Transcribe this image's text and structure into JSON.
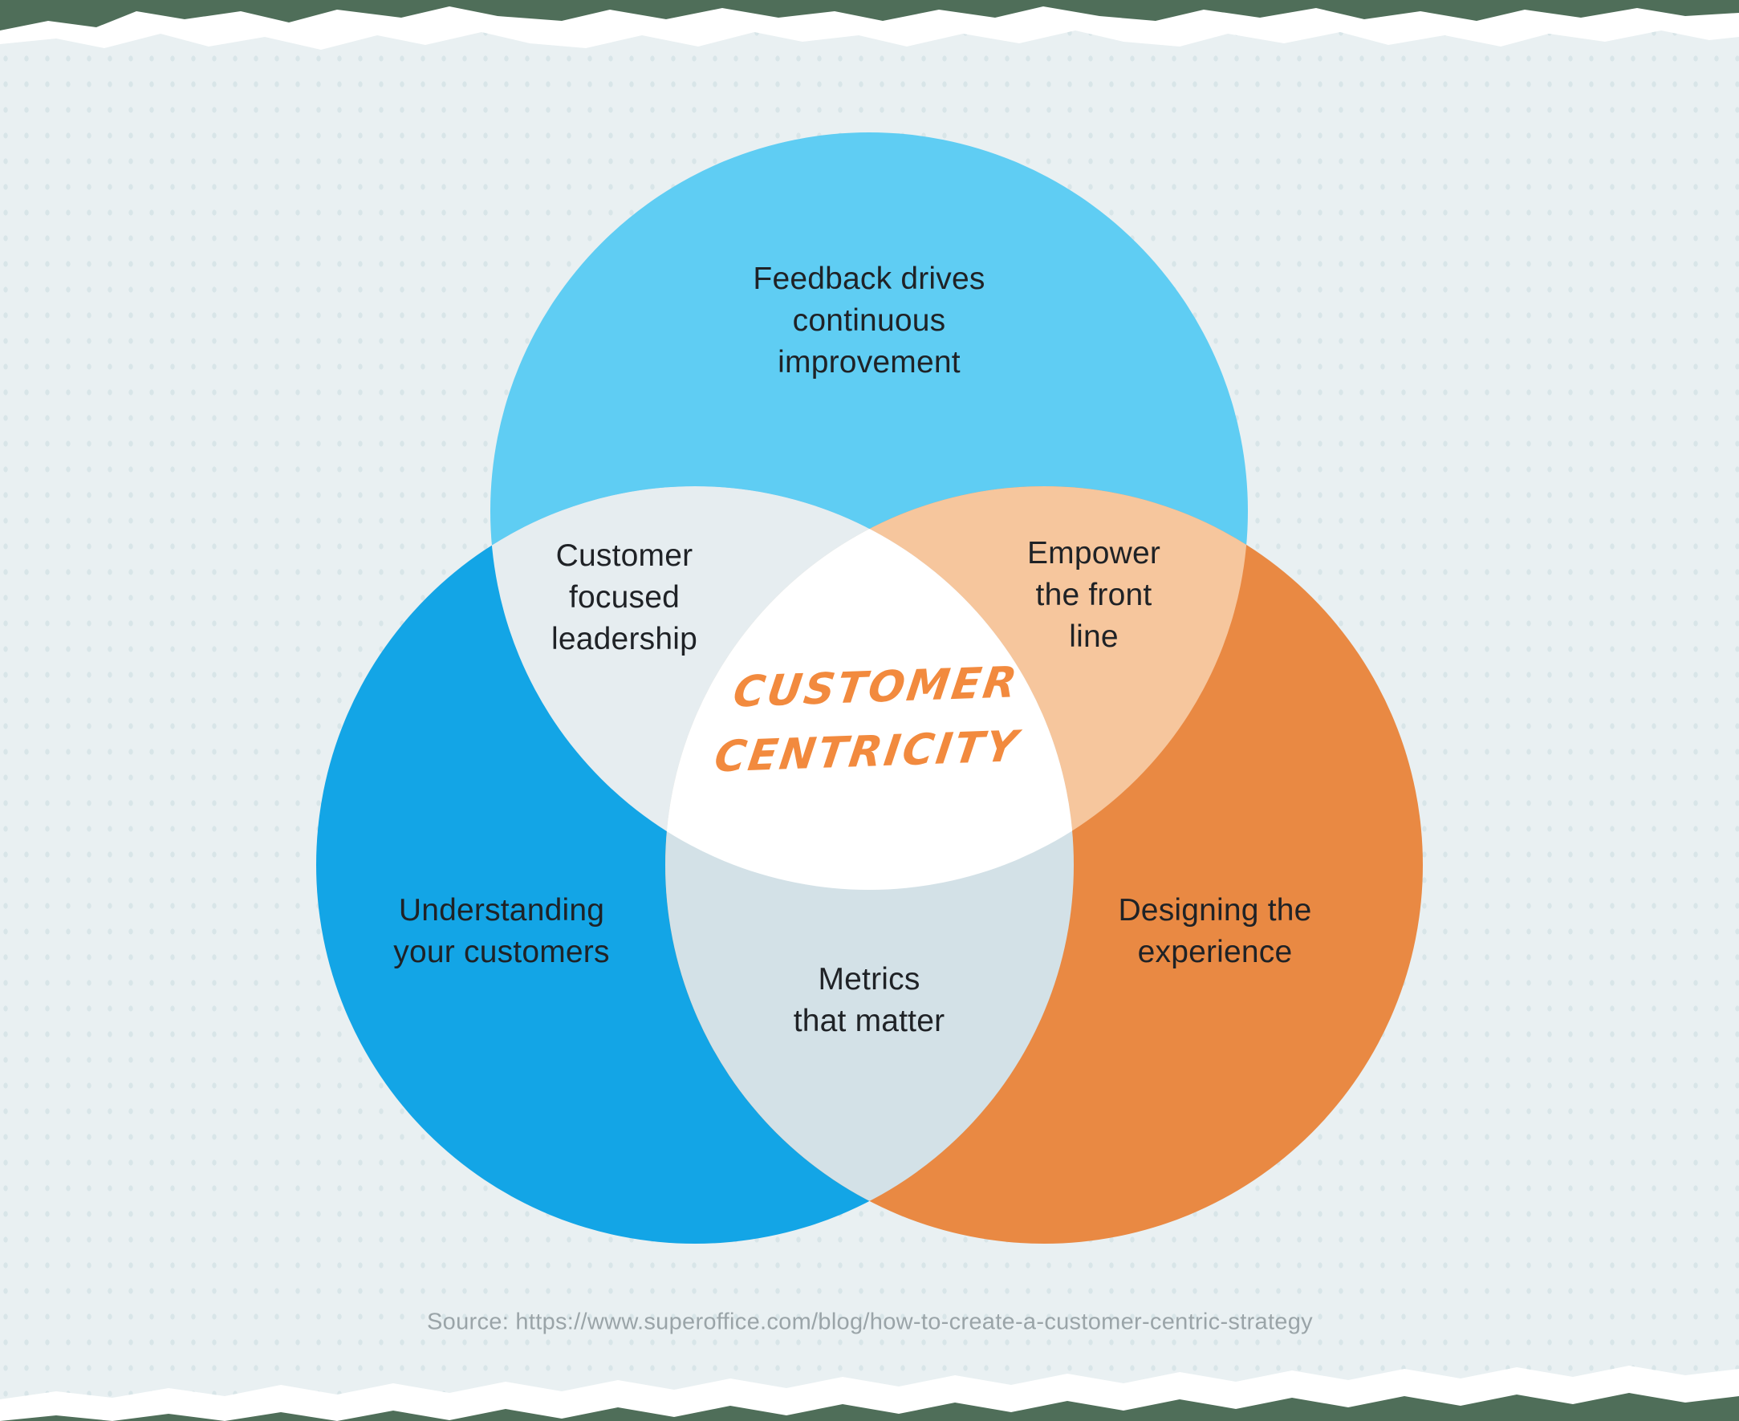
{
  "title": {
    "text": "CUSTOMER\nCENTRICITY",
    "color": "#f28a3e"
  },
  "background": {
    "outer_color": "#4f6e59",
    "paper_color": "#ffffff",
    "canvas_color": "#e9f0f2",
    "dot_color": "#d8e5e8"
  },
  "venn": {
    "label_color": "#1f2226",
    "circles": [
      {
        "name": "feedback",
        "label": "Feedback drives\ncontinuous\nimprovement",
        "color": "#5fcdf3"
      },
      {
        "name": "understanding",
        "label": "Understanding\nyour customers",
        "color": "#13a5e6"
      },
      {
        "name": "designing",
        "label": "Designing the\nexperience",
        "color": "#e98943"
      }
    ],
    "overlaps": [
      {
        "between": "feedback-understanding",
        "label": "Customer\nfocused\nleadership",
        "color": "#e6edf0"
      },
      {
        "between": "feedback-designing",
        "label": "Empower\nthe front\nline",
        "color": "#f6c69d"
      },
      {
        "between": "understanding-designing",
        "label": "Metrics\nthat matter",
        "color": "#d3e1e7"
      },
      {
        "between": "all",
        "label": "CUSTOMER\nCENTRICITY",
        "color": "#ffffff"
      }
    ]
  },
  "footer": {
    "source": "Source: https://www.superoffice.com/blog/how-to-create-a-customer-centric-strategy",
    "color": "#9aa4a8"
  }
}
